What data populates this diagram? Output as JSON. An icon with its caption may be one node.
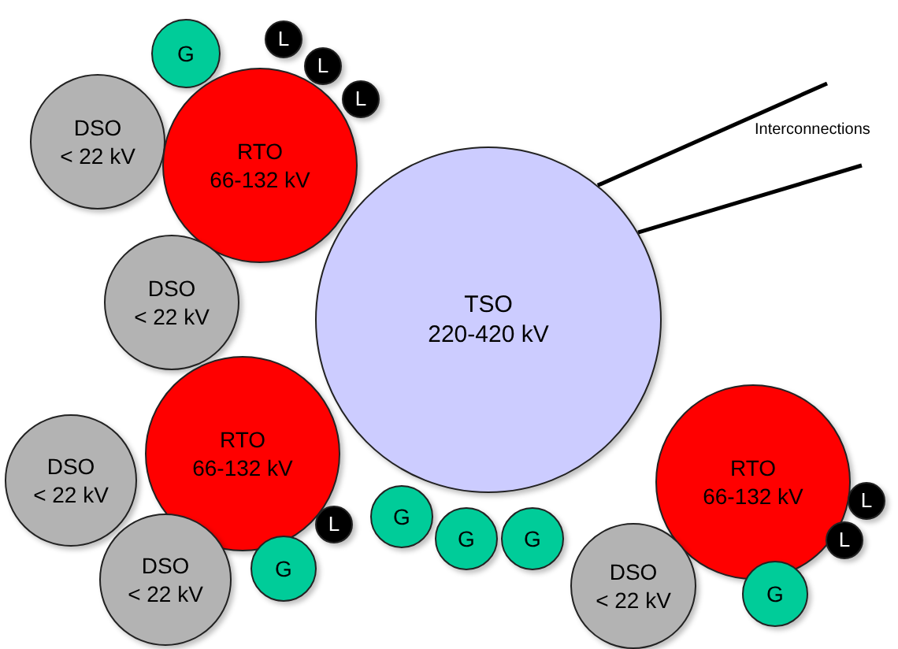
{
  "diagram": {
    "nodes": [
      {
        "text": [
          "G"
        ]
      },
      {
        "text": [
          "L"
        ]
      },
      {
        "text": [
          "L"
        ]
      },
      {
        "text": [
          "L"
        ]
      },
      {
        "text": [
          "DSO",
          "< 22 kV"
        ]
      },
      {
        "text": [
          "RTO",
          "66-132 kV"
        ]
      },
      {
        "text": [
          "TSO",
          "220-420 kV"
        ]
      },
      {
        "text": [
          "DSO",
          "< 22 kV"
        ]
      },
      {
        "text": [
          "RTO",
          "66-132 kV"
        ]
      },
      {
        "text": [
          "DSO",
          "< 22 kV"
        ]
      },
      {
        "text": [
          "L"
        ]
      },
      {
        "text": [
          "G"
        ]
      },
      {
        "text": [
          "G"
        ]
      },
      {
        "text": [
          "G"
        ]
      },
      {
        "text": [
          "DSO",
          "< 22 kV"
        ]
      },
      {
        "text": [
          "G"
        ]
      },
      {
        "text": [
          "RTO",
          "66-132 kV"
        ]
      },
      {
        "text": [
          "L"
        ]
      },
      {
        "text": [
          "L"
        ]
      },
      {
        "text": [
          "DSO",
          "< 22 kV"
        ]
      },
      {
        "text": [
          "G"
        ]
      }
    ],
    "edges": [
      {
        "from": 6,
        "to": null,
        "arrow": "none"
      },
      {
        "from": 6,
        "to": null,
        "arrow": "none"
      }
    ],
    "labels": [
      "Interconnections"
    ]
  }
}
